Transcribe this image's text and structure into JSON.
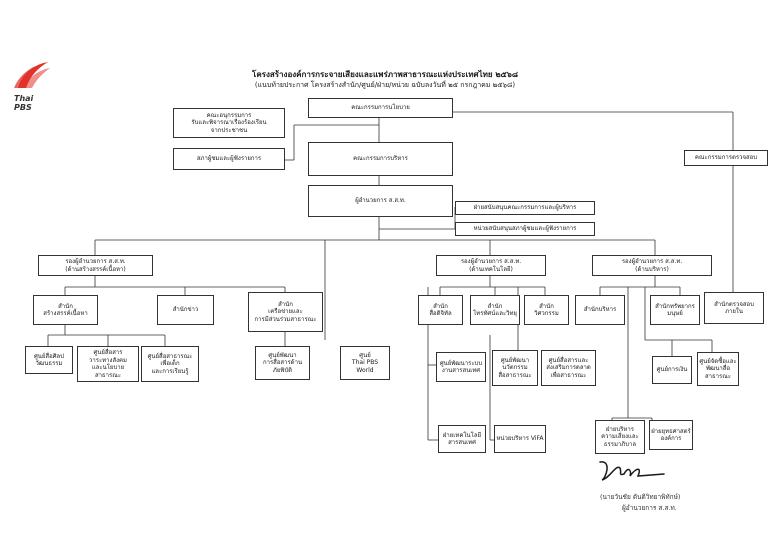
{
  "header": {
    "logo_text": "Thai PBS",
    "title": "โครงสร้างองค์การกระจายเสียงและแพร่ภาพสาธารณะแห่งประเทศไทย ๒๕๖๘",
    "subtitle": "(แนบท้ายประกาศ โครงสร้างสำนัก/ศูนย์/ฝ่าย/หน่วย ฉบับลงวันที่ ๒๕ กรกฎาคม ๒๕๖๘)"
  },
  "boxes": {
    "board_policy": "คณะกรรมการนโยบาย",
    "complaints_committee": "คณะอนุกรรมการ\nรับและพิจารณาเรื่องร้องเรียน\nจากประชาชน",
    "audience_council": "สภาผู้ชมและผู้ฟังรายการ",
    "board_exec": "คณะกรรมการบริหาร",
    "audit_committee": "คณะกรรมการตรวจสอบ",
    "director": "ผู้อำนวยการ ส.ส.ท.",
    "support_board": "ฝ่ายสนับสนุนคณะกรรมการและผู้บริหาร",
    "support_council": "หน่วยสนับสนุนสภาผู้ชมและผู้ฟังรายการ",
    "deputy_content": "รองผู้อำนวยการ ส.ส.ท.\n(ด้านสร้างสรรค์เนื้อหา)",
    "deputy_tech": "รองผู้อำนวยการ ส.ส.ท.\n(ด้านเทคโนโลยี)",
    "deputy_admin": "รองผู้อำนวยการ ส.ส.ท.\n(ด้านบริหาร)",
    "office_creative": "สำนัก\nสร้างสรรค์เนื้อหา",
    "office_news": "สำนักข่าว",
    "office_network": "สำนัก\nเครือข่ายและ\nการมีส่วนร่วมสาธารณะ",
    "office_digital": "สำนัก\nสื่อดิจิทัล",
    "office_tvradio": "สำนัก\nโทรทัศน์และวิทยุ",
    "office_engineering": "สำนัก\nวิศวกรรม",
    "office_admin": "สำนักบริหาร",
    "office_hr": "สำนักทรัพยากร\nมนุษย์",
    "office_internal_audit": "สำนักตรวจสอบ\nภายใน",
    "center_arts": "ศูนย์สื่อศิลป\nวัฒนธรรม",
    "center_social": "ศูนย์สื่อสาร\nวาระทางสังคม\nและนโยบายสาธารณะ",
    "center_learning": "ศูนย์สื่อสาธารณะ\nเพื่อเด็ก\nและการเรียนรู้",
    "center_disaster": "ศูนย์พัฒนา\nการสื่อสารด้าน\nภัยพิบัติ",
    "center_world": "ศูนย์\nThai PBS\nWorld",
    "center_sysdev": "ศูนย์พัฒนาระบบ\nงานสารสนเทศ",
    "center_innovation": "ศูนย์พัฒนา\nนวัตกรรม\nสื่อสาธารณะ",
    "center_marketing": "ศูนย์สื่อสารและ\nส่งเสริมการตลาด\nเพื่อสาธารณะ",
    "center_finance": "ศูนย์การเงิน",
    "center_procurement": "ศูนย์จัดซื้อและ\nพัฒนาสื่อ\nสาธารณะ",
    "dept_it": "ฝ่ายเทคโนโลยี\nสารสนเทศ",
    "unit_vifa": "หน่วยบริหาร ViFA",
    "dept_risk": "ฝ่ายบริหาร\nความเสี่ยงและ\nธรรมาภิบาล",
    "dept_strategy": "ฝ่ายยุทธศาสตร์\nองค์การ"
  },
  "signature": {
    "name": "(นายวันชัย ตันติวิทยาพิทักษ์)",
    "position": "ผู้อำนวยการ ส.ส.ท."
  },
  "colors": {
    "logo": "#e0342b",
    "line": "#333333"
  }
}
